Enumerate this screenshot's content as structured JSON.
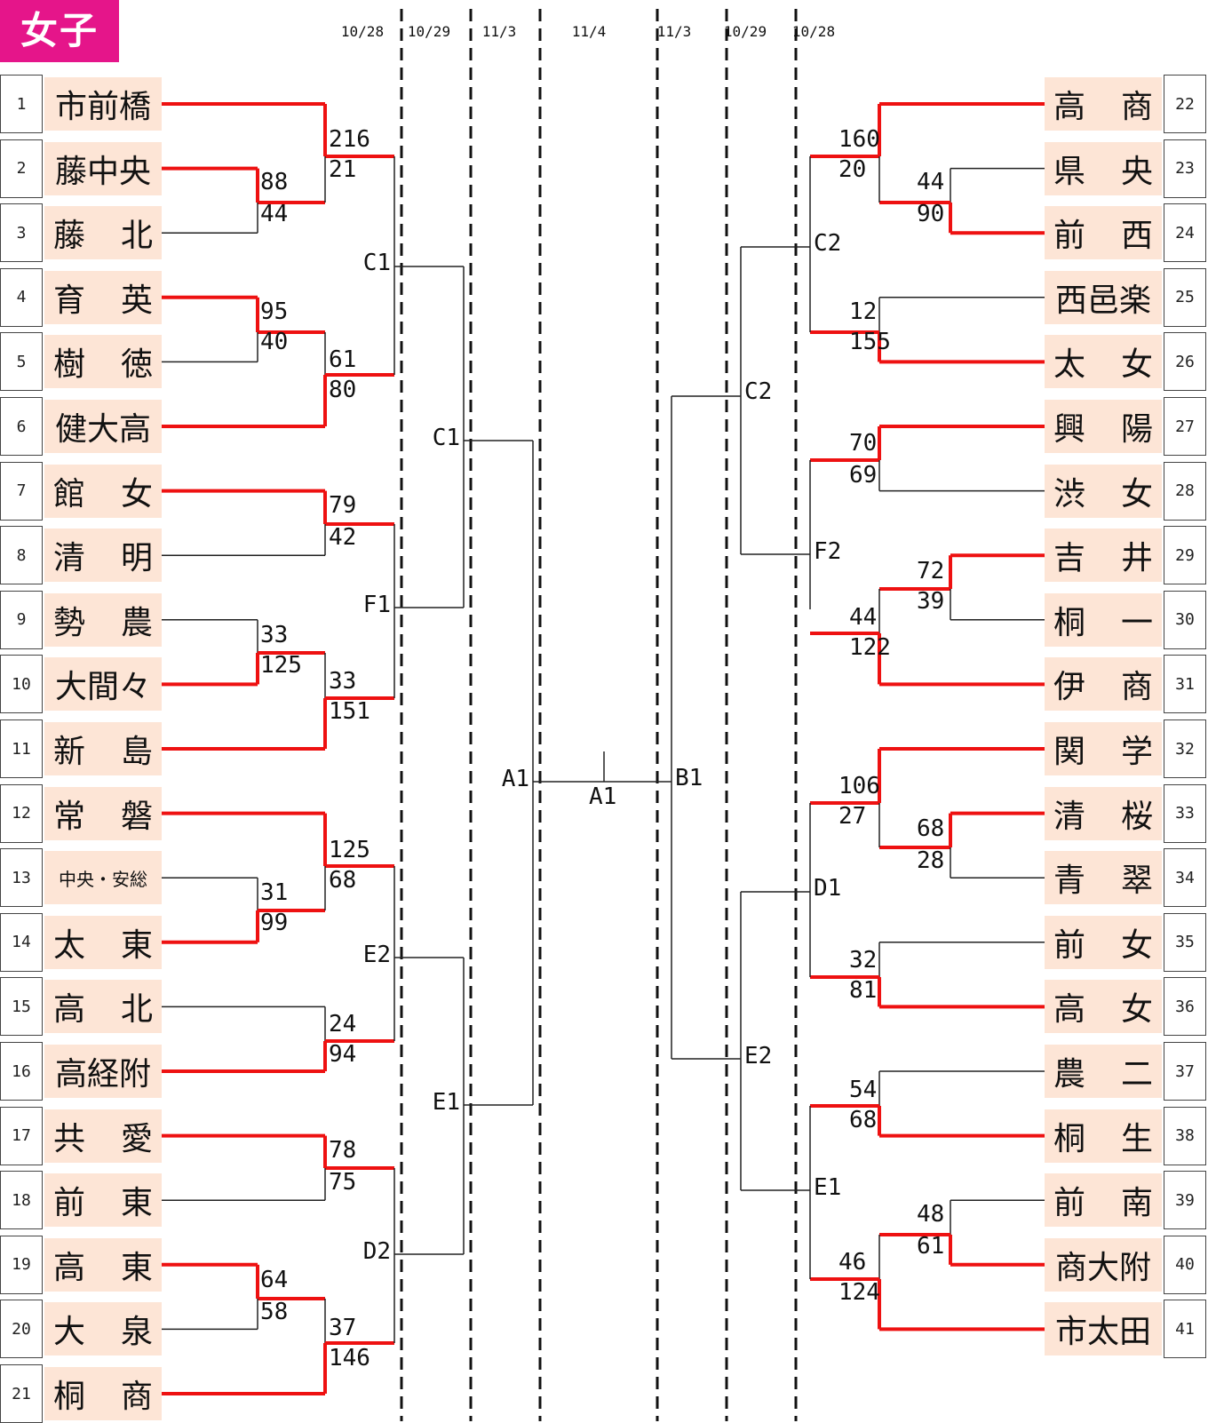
{
  "title": "女子",
  "colors": {
    "title_bg": "#e5158a",
    "winner_line": "#ee1111",
    "line": "#222222",
    "name_bg": "#fde5d6"
  },
  "dates": [
    "10/28",
    "10/29",
    "11/3",
    "11/4",
    "11/3",
    "10/29",
    "10/28"
  ],
  "left_teams": [
    {
      "num": "1",
      "name": "市前橋"
    },
    {
      "num": "2",
      "name": "藤中央"
    },
    {
      "num": "3",
      "name": "藤　北"
    },
    {
      "num": "4",
      "name": "育　英"
    },
    {
      "num": "5",
      "name": "樹　徳"
    },
    {
      "num": "6",
      "name": "健大高"
    },
    {
      "num": "7",
      "name": "館　女"
    },
    {
      "num": "8",
      "name": "清　明"
    },
    {
      "num": "9",
      "name": "勢　農"
    },
    {
      "num": "10",
      "name": "大間々"
    },
    {
      "num": "11",
      "name": "新　島"
    },
    {
      "num": "12",
      "name": "常　磐"
    },
    {
      "num": "13",
      "name": "中央・安総"
    },
    {
      "num": "14",
      "name": "太　東"
    },
    {
      "num": "15",
      "name": "高　北"
    },
    {
      "num": "16",
      "name": "高経附"
    },
    {
      "num": "17",
      "name": "共　愛"
    },
    {
      "num": "18",
      "name": "前　東"
    },
    {
      "num": "19",
      "name": "高　東"
    },
    {
      "num": "20",
      "name": "大　泉"
    },
    {
      "num": "21",
      "name": "桐　商"
    }
  ],
  "right_teams": [
    {
      "num": "22",
      "name": "高　商"
    },
    {
      "num": "23",
      "name": "県　央"
    },
    {
      "num": "24",
      "name": "前　西"
    },
    {
      "num": "25",
      "name": "西邑楽"
    },
    {
      "num": "26",
      "name": "太　女"
    },
    {
      "num": "27",
      "name": "興　陽"
    },
    {
      "num": "28",
      "name": "渋　女"
    },
    {
      "num": "29",
      "name": "吉　井"
    },
    {
      "num": "30",
      "name": "桐　一"
    },
    {
      "num": "31",
      "name": "伊　商"
    },
    {
      "num": "32",
      "name": "関　学"
    },
    {
      "num": "33",
      "name": "清　桜"
    },
    {
      "num": "34",
      "name": "青　翠"
    },
    {
      "num": "35",
      "name": "前　女"
    },
    {
      "num": "36",
      "name": "高　女"
    },
    {
      "num": "37",
      "name": "農　二"
    },
    {
      "num": "38",
      "name": "桐　生"
    },
    {
      "num": "39",
      "name": "前　南"
    },
    {
      "num": "40",
      "name": "商大附"
    },
    {
      "num": "41",
      "name": "市太田"
    }
  ],
  "scores": {
    "l_r1_2v3": [
      "88",
      "44"
    ],
    "l_r2_1v23": [
      "216",
      "21"
    ],
    "l_r1_4v5": [
      "95",
      "40"
    ],
    "l_r2_45v6": [
      "61",
      "80"
    ],
    "l_r1_7v8": [
      "79",
      "42"
    ],
    "l_r1_9v10": [
      "33",
      "125"
    ],
    "l_r2_910v11": [
      "33",
      "151"
    ],
    "l_r1_12": [
      "125",
      "68"
    ],
    "l_r1_13v14": [
      "31",
      "99"
    ],
    "l_r1_15v16": [
      "24",
      "94"
    ],
    "l_r1_17v18": [
      "78",
      "75"
    ],
    "l_r1_19v20": [
      "64",
      "58"
    ],
    "l_r2_1920v21": [
      "37",
      "146"
    ],
    "r_r1_23v24": [
      "44",
      "90"
    ],
    "r_r2_22": [
      "160",
      "20"
    ],
    "r_r1_25v26": [
      "12",
      "155"
    ],
    "r_r1_27v28": [
      "70",
      "69"
    ],
    "r_r1_29v30": [
      "72",
      "39"
    ],
    "r_r2_2930v31": [
      "44",
      "122"
    ],
    "r_r1_33v34": [
      "68",
      "28"
    ],
    "r_r2_32": [
      "106",
      "27"
    ],
    "r_r1_35v36": [
      "32",
      "81"
    ],
    "r_r1_37v38": [
      "54",
      "68"
    ],
    "r_r1_39v40": [
      "48",
      "61"
    ],
    "r_r2_3940v41": [
      "46",
      "124"
    ]
  },
  "labels": {
    "l_c1": "C1",
    "l_f1": "F1",
    "l_e2": "E2",
    "l_d2": "D2",
    "l_c1b": "C1",
    "l_e1b": "E1",
    "l_a1": "A1",
    "final": "A1",
    "r_b1": "B1",
    "r_c2b": "C2",
    "r_e2b": "E2",
    "r_c2": "C2",
    "r_f2": "F2",
    "r_d1": "D1",
    "r_e1": "E1"
  }
}
